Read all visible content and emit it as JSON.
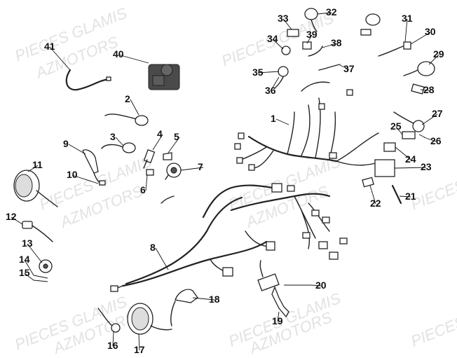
{
  "watermark": {
    "line1": "PIECES GLAMIS",
    "line2": "AZMOTORS"
  },
  "callouts": [
    "1",
    "2",
    "3",
    "4",
    "5",
    "6",
    "7",
    "8",
    "9",
    "10",
    "11",
    "12",
    "13",
    "14",
    "15",
    "16",
    "17",
    "18",
    "19",
    "20",
    "21",
    "22",
    "23",
    "24",
    "25",
    "26",
    "27",
    "28",
    "29",
    "30",
    "31",
    "32",
    "33",
    "34",
    "35",
    "36",
    "37",
    "38",
    "39",
    "40",
    "41"
  ]
}
